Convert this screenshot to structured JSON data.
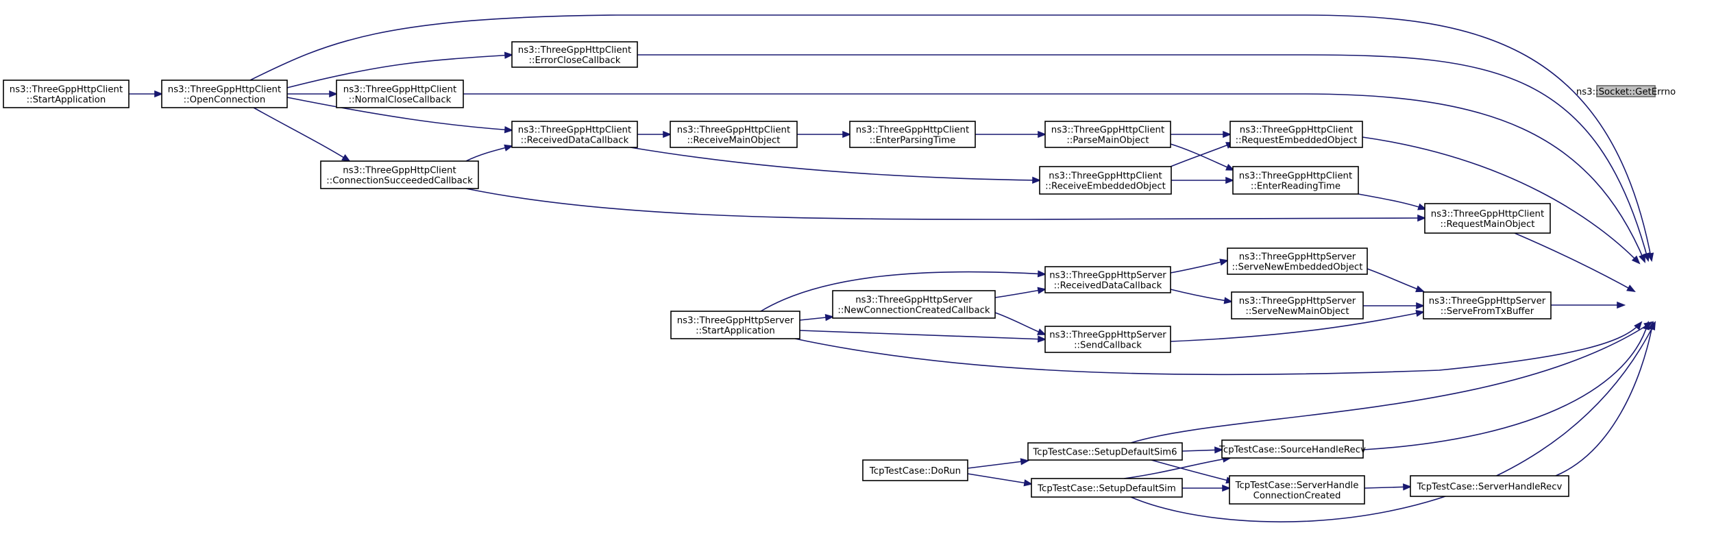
{
  "graph": {
    "focus_node": "n_geterrno",
    "nodes": [
      {
        "id": "n_geterrno",
        "lines": [
          "ns3::Socket::GetErrno"
        ],
        "focus": true
      },
      {
        "id": "n_cl_start",
        "lines": [
          "ns3::ThreeGppHttpClient",
          "::StartApplication"
        ]
      },
      {
        "id": "n_openconn",
        "lines": [
          "ns3::ThreeGppHttpClient",
          "::OpenConnection"
        ]
      },
      {
        "id": "n_errclose",
        "lines": [
          "ns3::ThreeGppHttpClient",
          "::ErrorCloseCallback"
        ]
      },
      {
        "id": "n_normclose",
        "lines": [
          "ns3::ThreeGppHttpClient",
          "::NormalCloseCallback"
        ]
      },
      {
        "id": "n_recvdata_cl",
        "lines": [
          "ns3::ThreeGppHttpClient",
          "::ReceivedDataCallback"
        ]
      },
      {
        "id": "n_connsucc",
        "lines": [
          "ns3::ThreeGppHttpClient",
          "::ConnectionSucceededCallback"
        ]
      },
      {
        "id": "n_recvmain",
        "lines": [
          "ns3::ThreeGppHttpClient",
          "::ReceiveMainObject"
        ]
      },
      {
        "id": "n_enterparse",
        "lines": [
          "ns3::ThreeGppHttpClient",
          "::EnterParsingTime"
        ]
      },
      {
        "id": "n_parsemain",
        "lines": [
          "ns3::ThreeGppHttpClient",
          "::ParseMainObject"
        ]
      },
      {
        "id": "n_recvemb",
        "lines": [
          "ns3::ThreeGppHttpClient",
          "::ReceiveEmbeddedObject"
        ]
      },
      {
        "id": "n_reqemb",
        "lines": [
          "ns3::ThreeGppHttpClient",
          "::RequestEmbeddedObject"
        ]
      },
      {
        "id": "n_enterread",
        "lines": [
          "ns3::ThreeGppHttpClient",
          "::EnterReadingTime"
        ]
      },
      {
        "id": "n_reqmain",
        "lines": [
          "ns3::ThreeGppHttpClient",
          "::RequestMainObject"
        ]
      },
      {
        "id": "n_sv_start",
        "lines": [
          "ns3::ThreeGppHttpServer",
          "::StartApplication"
        ]
      },
      {
        "id": "n_newconn",
        "lines": [
          "ns3::ThreeGppHttpServer",
          "::NewConnectionCreatedCallback"
        ]
      },
      {
        "id": "n_recvdata_sv",
        "lines": [
          "ns3::ThreeGppHttpServer",
          "::ReceivedDataCallback"
        ]
      },
      {
        "id": "n_sendcb",
        "lines": [
          "ns3::ThreeGppHttpServer",
          "::SendCallback"
        ]
      },
      {
        "id": "n_servemb",
        "lines": [
          "ns3::ThreeGppHttpServer",
          "::ServeNewEmbeddedObject"
        ]
      },
      {
        "id": "n_servmain",
        "lines": [
          "ns3::ThreeGppHttpServer",
          "::ServeNewMainObject"
        ]
      },
      {
        "id": "n_servtx",
        "lines": [
          "ns3::ThreeGppHttpServer",
          "::ServeFromTxBuffer"
        ]
      },
      {
        "id": "n_dorun",
        "lines": [
          "TcpTestCase::DoRun"
        ]
      },
      {
        "id": "n_setup6",
        "lines": [
          "TcpTestCase::SetupDefaultSim6"
        ]
      },
      {
        "id": "n_setup",
        "lines": [
          "TcpTestCase::SetupDefaultSim"
        ]
      },
      {
        "id": "n_srchr",
        "lines": [
          "TcpTestCase::SourceHandleRecv"
        ]
      },
      {
        "id": "n_srvhcc",
        "lines": [
          "TcpTestCase::ServerHandle",
          "ConnectionCreated"
        ]
      },
      {
        "id": "n_srvhr",
        "lines": [
          "TcpTestCase::ServerHandleRecv"
        ]
      }
    ],
    "edges": [
      [
        "n_openconn",
        "n_geterrno"
      ],
      [
        "n_cl_start",
        "n_openconn"
      ],
      [
        "n_openconn",
        "n_errclose"
      ],
      [
        "n_openconn",
        "n_normclose"
      ],
      [
        "n_openconn",
        "n_connsucc"
      ],
      [
        "n_openconn",
        "n_recvdata_cl"
      ],
      [
        "n_errclose",
        "n_geterrno"
      ],
      [
        "n_normclose",
        "n_geterrno"
      ],
      [
        "n_connsucc",
        "n_recvdata_cl"
      ],
      [
        "n_connsucc",
        "n_reqmain"
      ],
      [
        "n_recvdata_cl",
        "n_recvmain"
      ],
      [
        "n_recvdata_cl",
        "n_recvemb"
      ],
      [
        "n_recvmain",
        "n_enterparse"
      ],
      [
        "n_enterparse",
        "n_parsemain"
      ],
      [
        "n_parsemain",
        "n_reqemb"
      ],
      [
        "n_parsemain",
        "n_enterread"
      ],
      [
        "n_recvemb",
        "n_reqemb"
      ],
      [
        "n_recvemb",
        "n_enterread"
      ],
      [
        "n_reqemb",
        "n_geterrno"
      ],
      [
        "n_enterread",
        "n_reqmain"
      ],
      [
        "n_reqmain",
        "n_geterrno"
      ],
      [
        "n_sv_start",
        "n_newconn"
      ],
      [
        "n_sv_start",
        "n_recvdata_sv"
      ],
      [
        "n_sv_start",
        "n_sendcb"
      ],
      [
        "n_sv_start",
        "n_geterrno"
      ],
      [
        "n_newconn",
        "n_recvdata_sv"
      ],
      [
        "n_newconn",
        "n_sendcb"
      ],
      [
        "n_recvdata_sv",
        "n_servemb"
      ],
      [
        "n_recvdata_sv",
        "n_servmain"
      ],
      [
        "n_sendcb",
        "n_servtx"
      ],
      [
        "n_servemb",
        "n_servtx"
      ],
      [
        "n_servmain",
        "n_servtx"
      ],
      [
        "n_servtx",
        "n_geterrno"
      ],
      [
        "n_dorun",
        "n_setup6"
      ],
      [
        "n_dorun",
        "n_setup"
      ],
      [
        "n_setup6",
        "n_srchr"
      ],
      [
        "n_setup6",
        "n_srvhcc"
      ],
      [
        "n_setup6",
        "n_geterrno"
      ],
      [
        "n_setup",
        "n_srchr"
      ],
      [
        "n_setup",
        "n_srvhcc"
      ],
      [
        "n_setup",
        "n_geterrno"
      ],
      [
        "n_srchr",
        "n_geterrno"
      ],
      [
        "n_srvhcc",
        "n_srvhr"
      ],
      [
        "n_srvhr",
        "n_geterrno"
      ]
    ]
  }
}
